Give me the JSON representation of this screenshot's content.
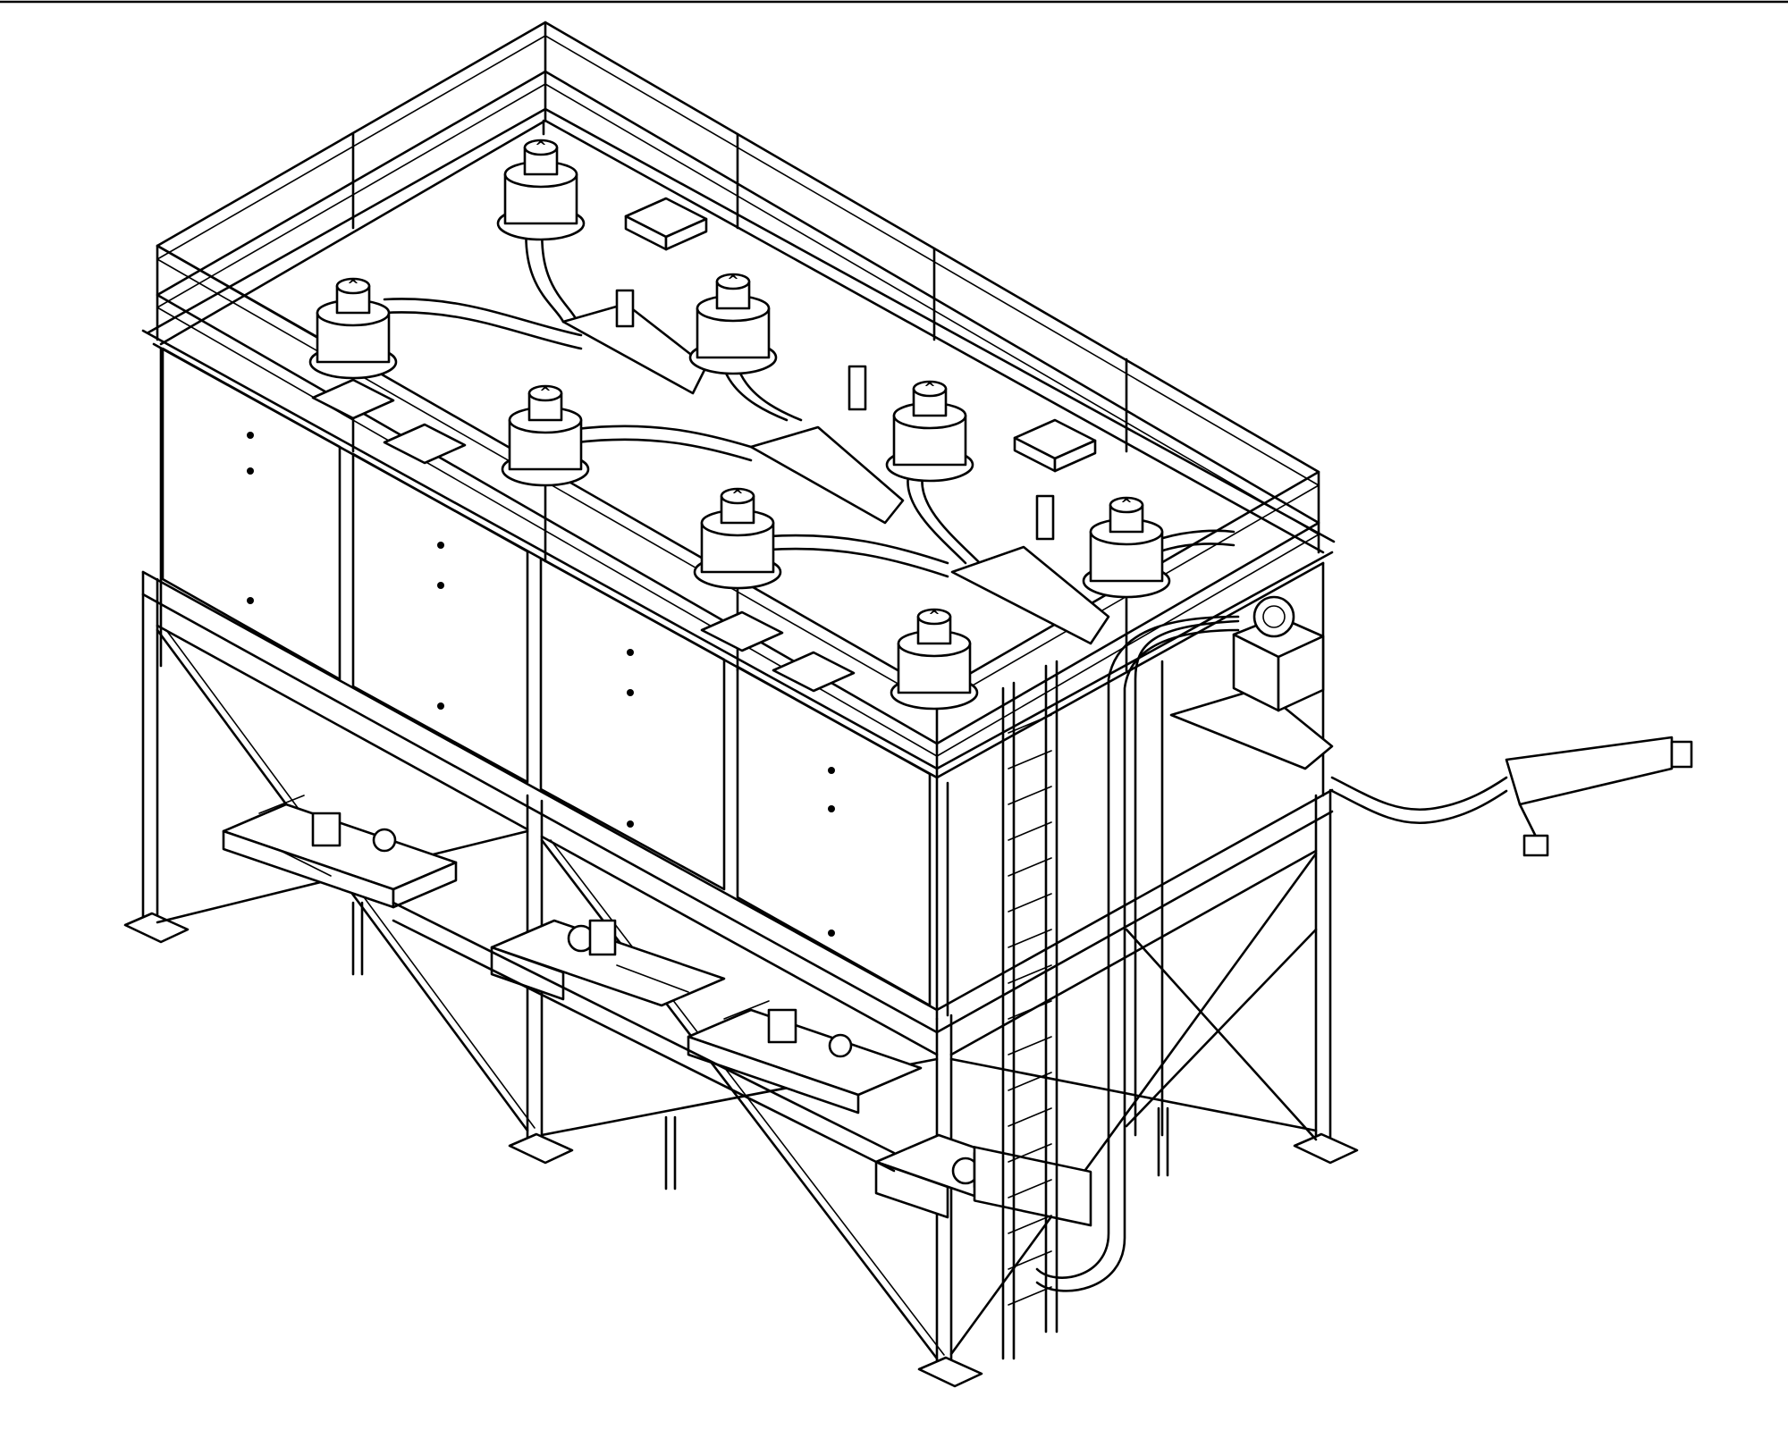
{
  "drawing": {
    "background": "#ffffff",
    "line_color": "#000000",
    "cyclone_count": 8,
    "baghouse_panel_count": 4,
    "hopper_screw_unit_count": 4,
    "cyclone_arrow_glyph": "^"
  }
}
